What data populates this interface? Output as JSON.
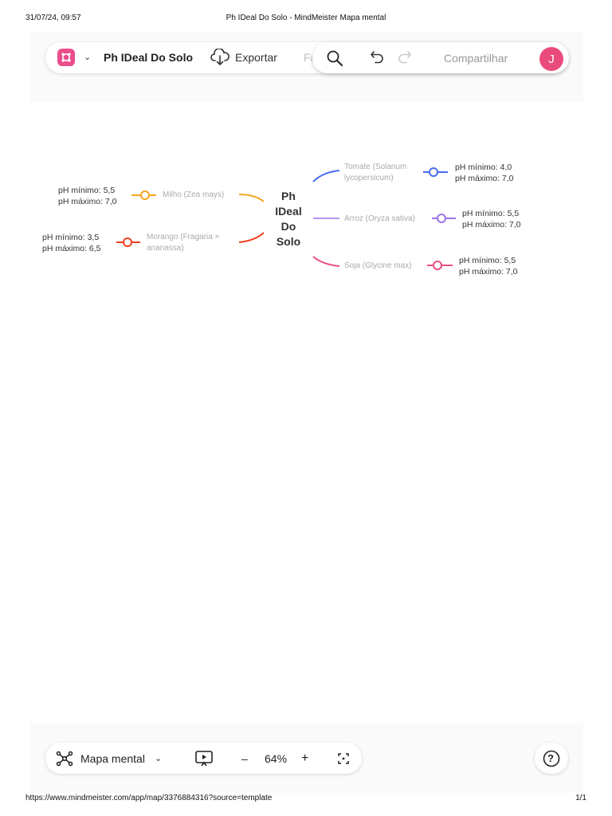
{
  "print": {
    "datetime": "31/07/24, 09:57",
    "doc_title": "Ph IDeal Do Solo - MindMeister Mapa mental",
    "url": "https://www.mindmeister.com/app/map/3376884316?source=template",
    "page": "1/1"
  },
  "toolbar": {
    "map_title": "Ph IDeal Do Solo",
    "export_label": "Exportar",
    "faded_label": "Fa",
    "share_label": "Compartilhar",
    "avatar_initial": "J"
  },
  "mindmap": {
    "root": {
      "lines": [
        "Ph",
        "IDeal",
        "Do",
        "Solo"
      ]
    },
    "branches": {
      "tomate": {
        "label": [
          "Tomate (Solanum",
          "lycopersicum)"
        ],
        "ph": [
          "pH mínimo: 4,0",
          "pH máximo: 7,0"
        ],
        "color": "#4a6cf0"
      },
      "arroz": {
        "label": [
          "Arroz (Oryza sativa)"
        ],
        "ph": [
          "pH mínimo: 5,5",
          "pH máximo: 7,0"
        ],
        "color": "#9b74ea"
      },
      "soja": {
        "label": [
          "Soja (Glycine max)"
        ],
        "ph": [
          "pH mínimo: 5,5",
          "pH máximo: 7,0"
        ],
        "color": "#ea4d86"
      },
      "milho": {
        "label": [
          "Milho (Zea mays)"
        ],
        "ph": [
          "pH mínimo: 5,5",
          "pH máximo: 7,0"
        ],
        "color": "#f5a623"
      },
      "morango": {
        "label": [
          "Morango (Fragaria ×",
          "ananassa)"
        ],
        "ph": [
          "pH mínimo: 3,5",
          "pH máximo: 6,5"
        ],
        "color": "#f0431f"
      }
    }
  },
  "bottom_bar": {
    "view_label": "Mapa mental",
    "zoom": "64%",
    "minus": "–",
    "plus": "+",
    "help": "?"
  }
}
